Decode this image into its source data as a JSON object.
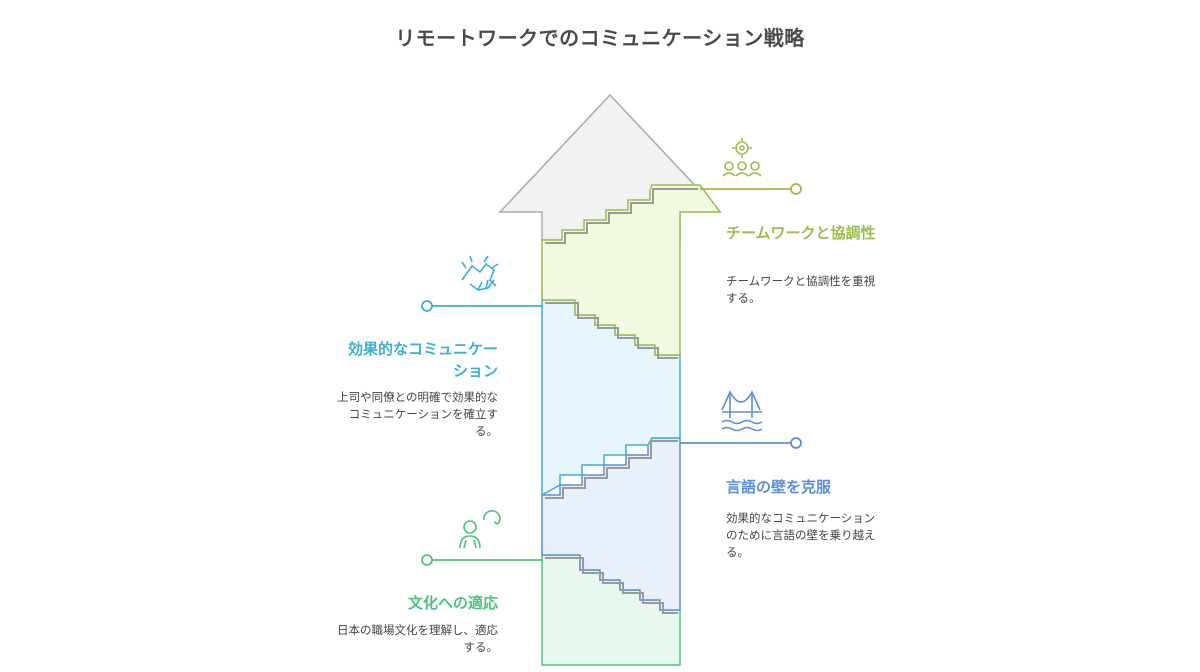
{
  "title": "リモートワークでのコミュニケーション戦略",
  "colors": {
    "teamwork": "#9cbd4a",
    "communication": "#3bb0d0",
    "language": "#5b8fd6",
    "culture": "#4fc27e",
    "arrow_head": "#f2f2f2"
  },
  "steps": [
    {
      "heading": "チームワークと協調性",
      "description": "チームワークと協調性を重視する。",
      "icon": "gears-and-people-icon"
    },
    {
      "heading": "効果的なコミュニケーション",
      "description": "上司や同僚との明確で効果的なコミュニケーションを確立する。",
      "icon": "handshake-icon"
    },
    {
      "heading": "言語の壁を克服",
      "description": "効果的なコミュニケーションのために言語の壁を乗り越える。",
      "icon": "bridge-icon"
    },
    {
      "heading": "文化への適応",
      "description": "日本の職場文化を理解し、適応する。",
      "icon": "person-adapting-icon"
    }
  ]
}
